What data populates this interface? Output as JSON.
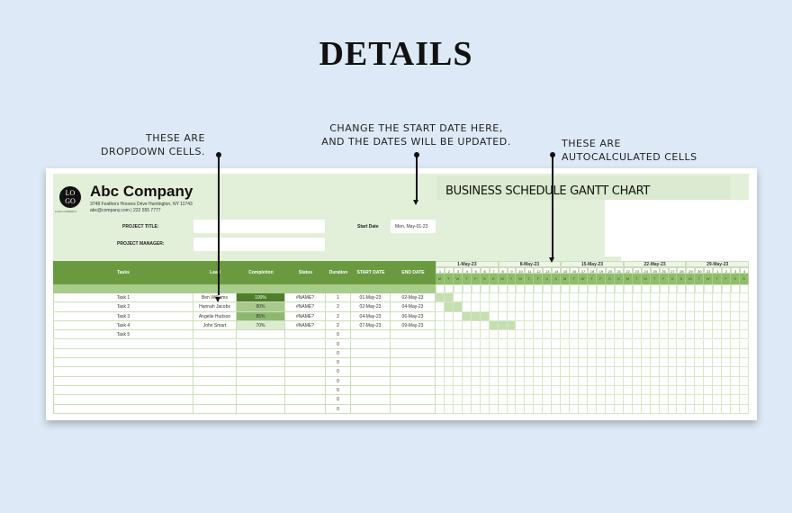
{
  "heading": "DETAILS",
  "notes": {
    "dropdown": [
      "THESE ARE",
      "DROPDOWN CELLS."
    ],
    "start_date": [
      "CHANGE THE START DATE HERE,",
      "AND THE DATES WILL BE UPDATED."
    ],
    "autocalc": [
      "THESE ARE",
      "AUTOCALCULATED CELLS"
    ]
  },
  "company": {
    "logo_text": "LO GO",
    "logo_tag": "LOGO COMPANY",
    "name": "Abc Company",
    "address": "3748 Feathers Hooves Drive Huntington, NY 11743",
    "contact": "abc@company.com | 222 555 7777"
  },
  "chart_title": "BUSINESS SCHEDULE GANTT CHART",
  "project": {
    "title_label": "PROJECT TITLE:",
    "title_value": "",
    "manager_label": "PROJECT MANAGER:",
    "manager_value": "",
    "start_label": "Start Date",
    "start_value": "Mon, May-01-23"
  },
  "columns": [
    "Tasks",
    "Lead",
    "Completion",
    "Status",
    "Duration",
    "START DATE",
    "END DATE"
  ],
  "colors": {
    "header": "#6a9a40",
    "band": "#e2efd9",
    "bar": "#c5dfb0"
  },
  "weeks": [
    "1-May-23",
    "8-May-23",
    "15-May-23",
    "22-May-23",
    "29-May-23"
  ],
  "days": [
    "1",
    "2",
    "3",
    "4",
    "5",
    "6",
    "7",
    "8",
    "9",
    "10",
    "11",
    "12",
    "13",
    "14",
    "15",
    "16",
    "17",
    "18",
    "19",
    "20",
    "21",
    "22",
    "23",
    "24",
    "25",
    "26",
    "27",
    "28",
    "29",
    "30",
    "31",
    "1",
    "2",
    "3",
    "4"
  ],
  "weekdays": [
    "M",
    "T",
    "W",
    "T",
    "F",
    "S",
    "S"
  ],
  "tasks": [
    {
      "task": "Task 1",
      "lead": "Ben Williams",
      "completion": "100%",
      "pct": 100,
      "status": "#NAME?",
      "duration": "1",
      "start": "01-May-23",
      "end": "02-May-23",
      "bar": [
        1,
        2
      ]
    },
    {
      "task": "Task 2",
      "lead": "Hannah Jacobs",
      "completion": "80%",
      "pct": 80,
      "status": "#NAME?",
      "duration": "2",
      "start": "02-May-23",
      "end": "04-May-23",
      "bar": [
        2,
        3
      ]
    },
    {
      "task": "Task 3",
      "lead": "Angelie Hudson",
      "completion": "85%",
      "pct": 85,
      "status": "#NAME?",
      "duration": "2",
      "start": "04-May-23",
      "end": "06-May-23",
      "bar": [
        4,
        6
      ]
    },
    {
      "task": "Task 4",
      "lead": "John Smart",
      "completion": "70%",
      "pct": 70,
      "status": "#NAME?",
      "duration": "2",
      "start": "07-May-23",
      "end": "09-May-23",
      "bar": [
        7,
        9
      ]
    },
    {
      "task": "Task 5",
      "lead": "",
      "completion": "",
      "status": "",
      "duration": "0",
      "start": "",
      "end": ""
    },
    {
      "task": "",
      "lead": "",
      "completion": "",
      "status": "",
      "duration": "0",
      "start": "",
      "end": ""
    },
    {
      "task": "",
      "lead": "",
      "completion": "",
      "status": "",
      "duration": "0",
      "start": "",
      "end": ""
    },
    {
      "task": "",
      "lead": "",
      "completion": "",
      "status": "",
      "duration": "0",
      "start": "",
      "end": ""
    },
    {
      "task": "",
      "lead": "",
      "completion": "",
      "status": "",
      "duration": "0",
      "start": "",
      "end": ""
    },
    {
      "task": "",
      "lead": "",
      "completion": "",
      "status": "",
      "duration": "0",
      "start": "",
      "end": ""
    },
    {
      "task": "",
      "lead": "",
      "completion": "",
      "status": "",
      "duration": "0",
      "start": "",
      "end": ""
    },
    {
      "task": "",
      "lead": "",
      "completion": "",
      "status": "",
      "duration": "0",
      "start": "",
      "end": ""
    },
    {
      "task": "",
      "lead": "",
      "completion": "",
      "status": "",
      "duration": "0",
      "start": "",
      "end": ""
    }
  ]
}
